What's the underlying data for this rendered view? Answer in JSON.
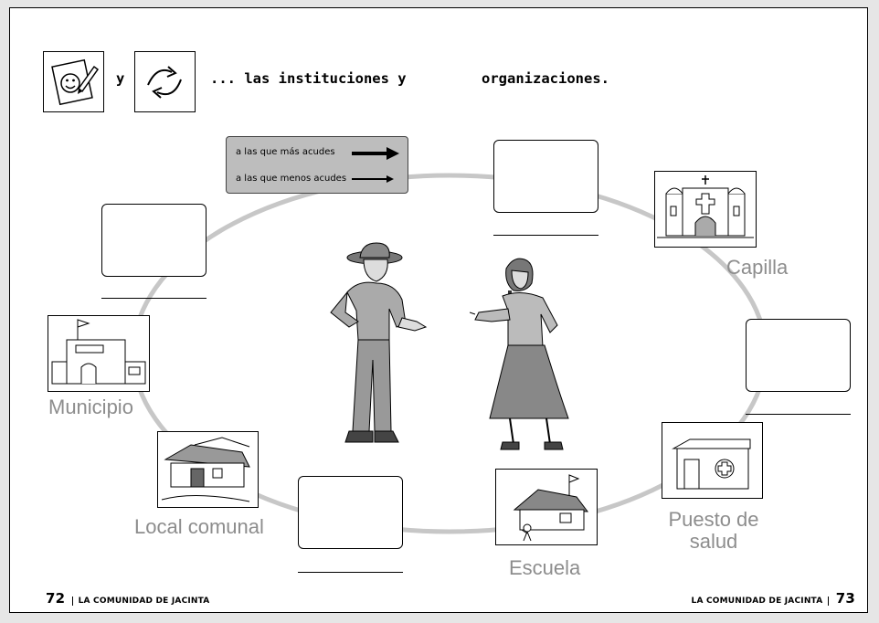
{
  "instruction": {
    "y": "y",
    "text": "... las instituciones y",
    "text2": "organizaciones."
  },
  "icons": {
    "draw": "pencil-smiley-icon",
    "arrows": "two-way-arrows-icon"
  },
  "legend": {
    "more": "a las que más acudes",
    "less": "a las que menos acudes"
  },
  "labels": {
    "capilla": "Capilla",
    "municipio": "Municipio",
    "local_comunal": "Local comunal",
    "escuela": "Escuela",
    "puesto_line1": "Puesto de",
    "puesto_line2": "salud"
  },
  "footer": {
    "left_num": "72",
    "left_text": "LA COMUNIDAD DE JACINTA",
    "right_text": "LA COMUNIDAD DE JACINTA",
    "right_num": "73"
  },
  "colors": {
    "ellipse": "#c7c7c7",
    "label": "#8d8d8d",
    "legend_bg": "#bdbdbd"
  }
}
